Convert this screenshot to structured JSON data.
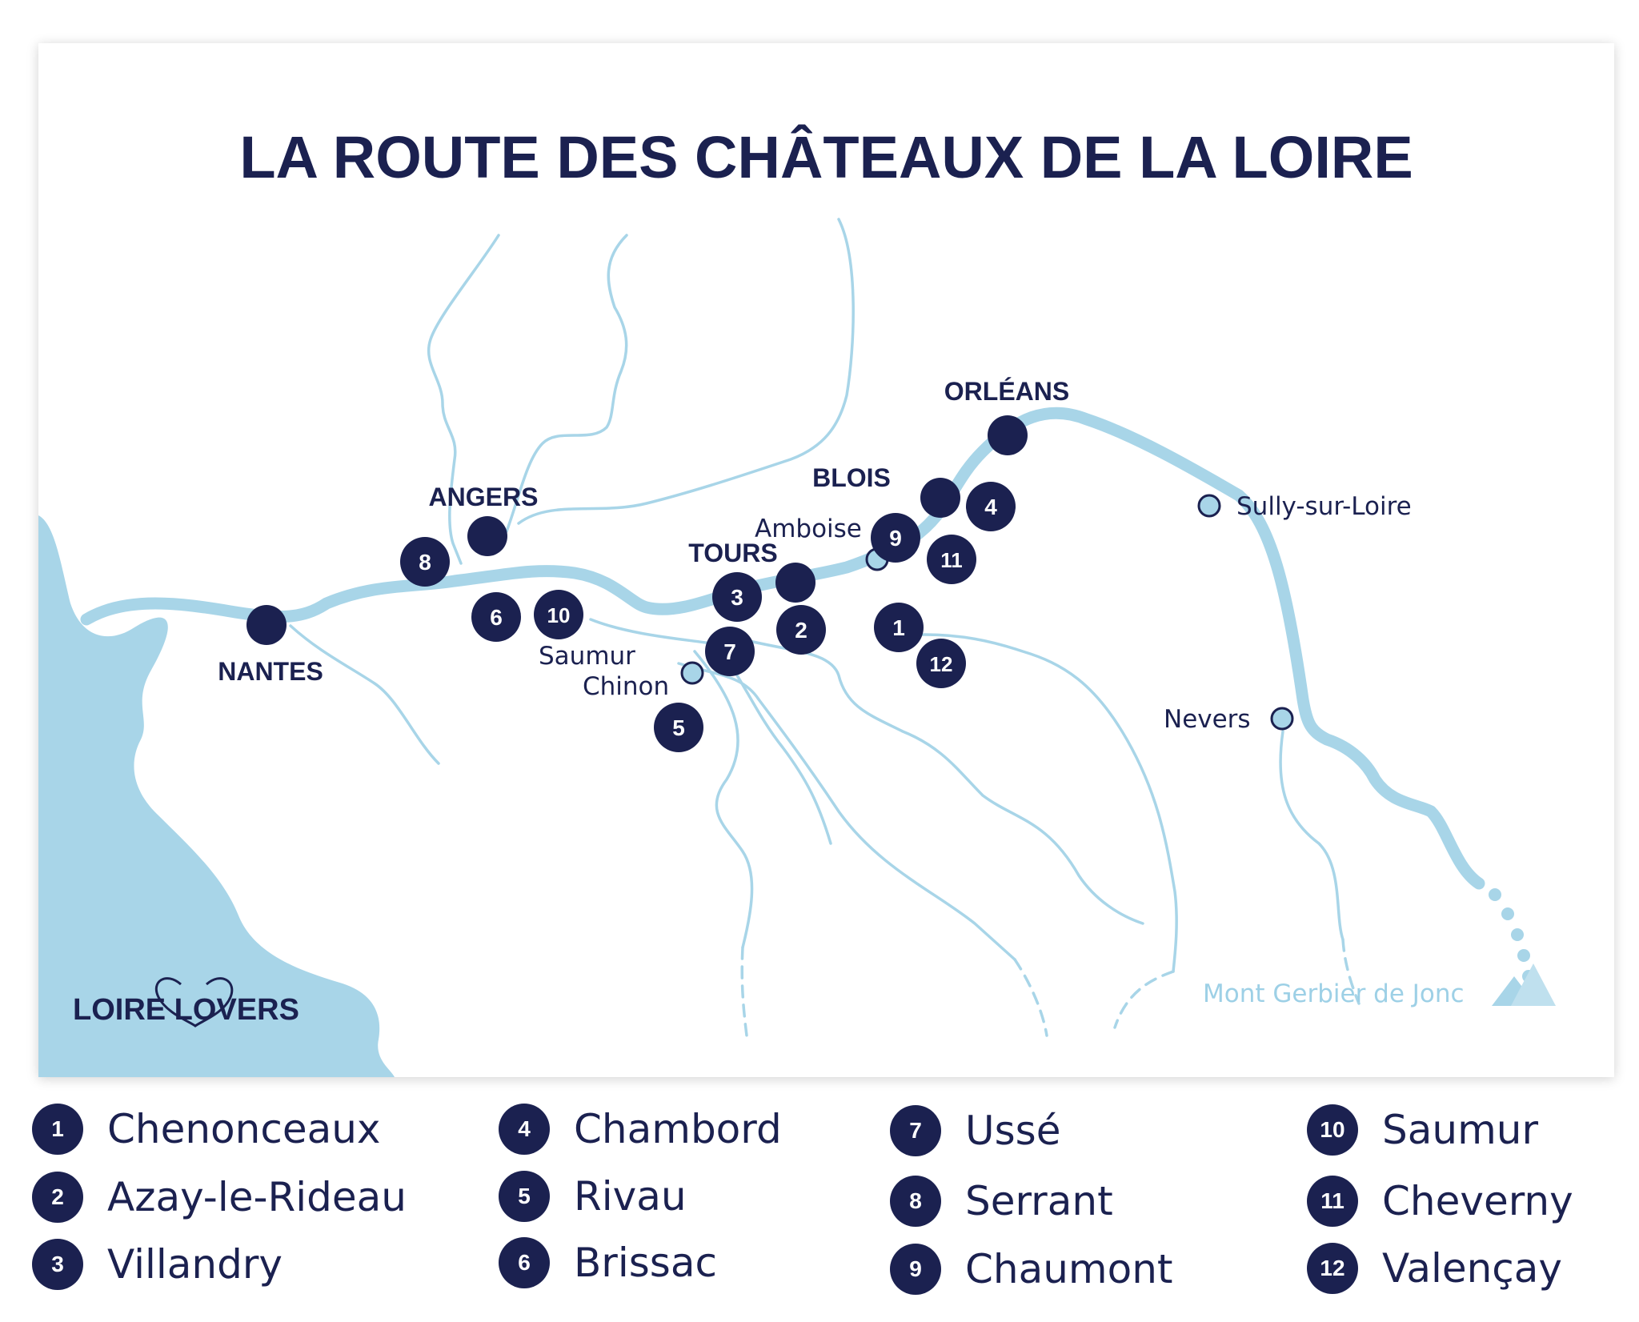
{
  "title": "LA ROUTE DES CHÂTEAUX DE LA LOIRE",
  "colors": {
    "navy": "#1b2150",
    "river": "#a8d5e8",
    "sea": "#a8d5e8",
    "source_label": "#9dd0e6",
    "background": "#ffffff"
  },
  "logo": {
    "text": "LOIRE LOVERS"
  },
  "cities": [
    {
      "id": "nantes",
      "label": "NANTES"
    },
    {
      "id": "angers",
      "label": "ANGERS"
    },
    {
      "id": "tours",
      "label": "TOURS"
    },
    {
      "id": "blois",
      "label": "BLOIS"
    },
    {
      "id": "orleans",
      "label": "ORLÉANS"
    }
  ],
  "towns": [
    {
      "id": "saumur",
      "label": "Saumur"
    },
    {
      "id": "chinon",
      "label": "Chinon"
    },
    {
      "id": "amboise",
      "label": "Amboise"
    },
    {
      "id": "sully",
      "label": "Sully-sur-Loire"
    },
    {
      "id": "nevers",
      "label": "Nevers"
    }
  ],
  "source": {
    "label": "Mont Gerbier de Jonc",
    "icon": "mountain-icon"
  },
  "chateaux": [
    {
      "number": "1",
      "name": "Chenonceaux"
    },
    {
      "number": "2",
      "name": "Azay-le-Rideau"
    },
    {
      "number": "3",
      "name": "Villandry"
    },
    {
      "number": "4",
      "name": "Chambord"
    },
    {
      "number": "5",
      "name": "Rivau"
    },
    {
      "number": "6",
      "name": "Brissac"
    },
    {
      "number": "7",
      "name": "Ussé"
    },
    {
      "number": "8",
      "name": "Serrant"
    },
    {
      "number": "9",
      "name": "Chaumont"
    },
    {
      "number": "10",
      "name": "Saumur"
    },
    {
      "number": "11",
      "name": "Cheverny"
    },
    {
      "number": "12",
      "name": "Valençay"
    }
  ]
}
